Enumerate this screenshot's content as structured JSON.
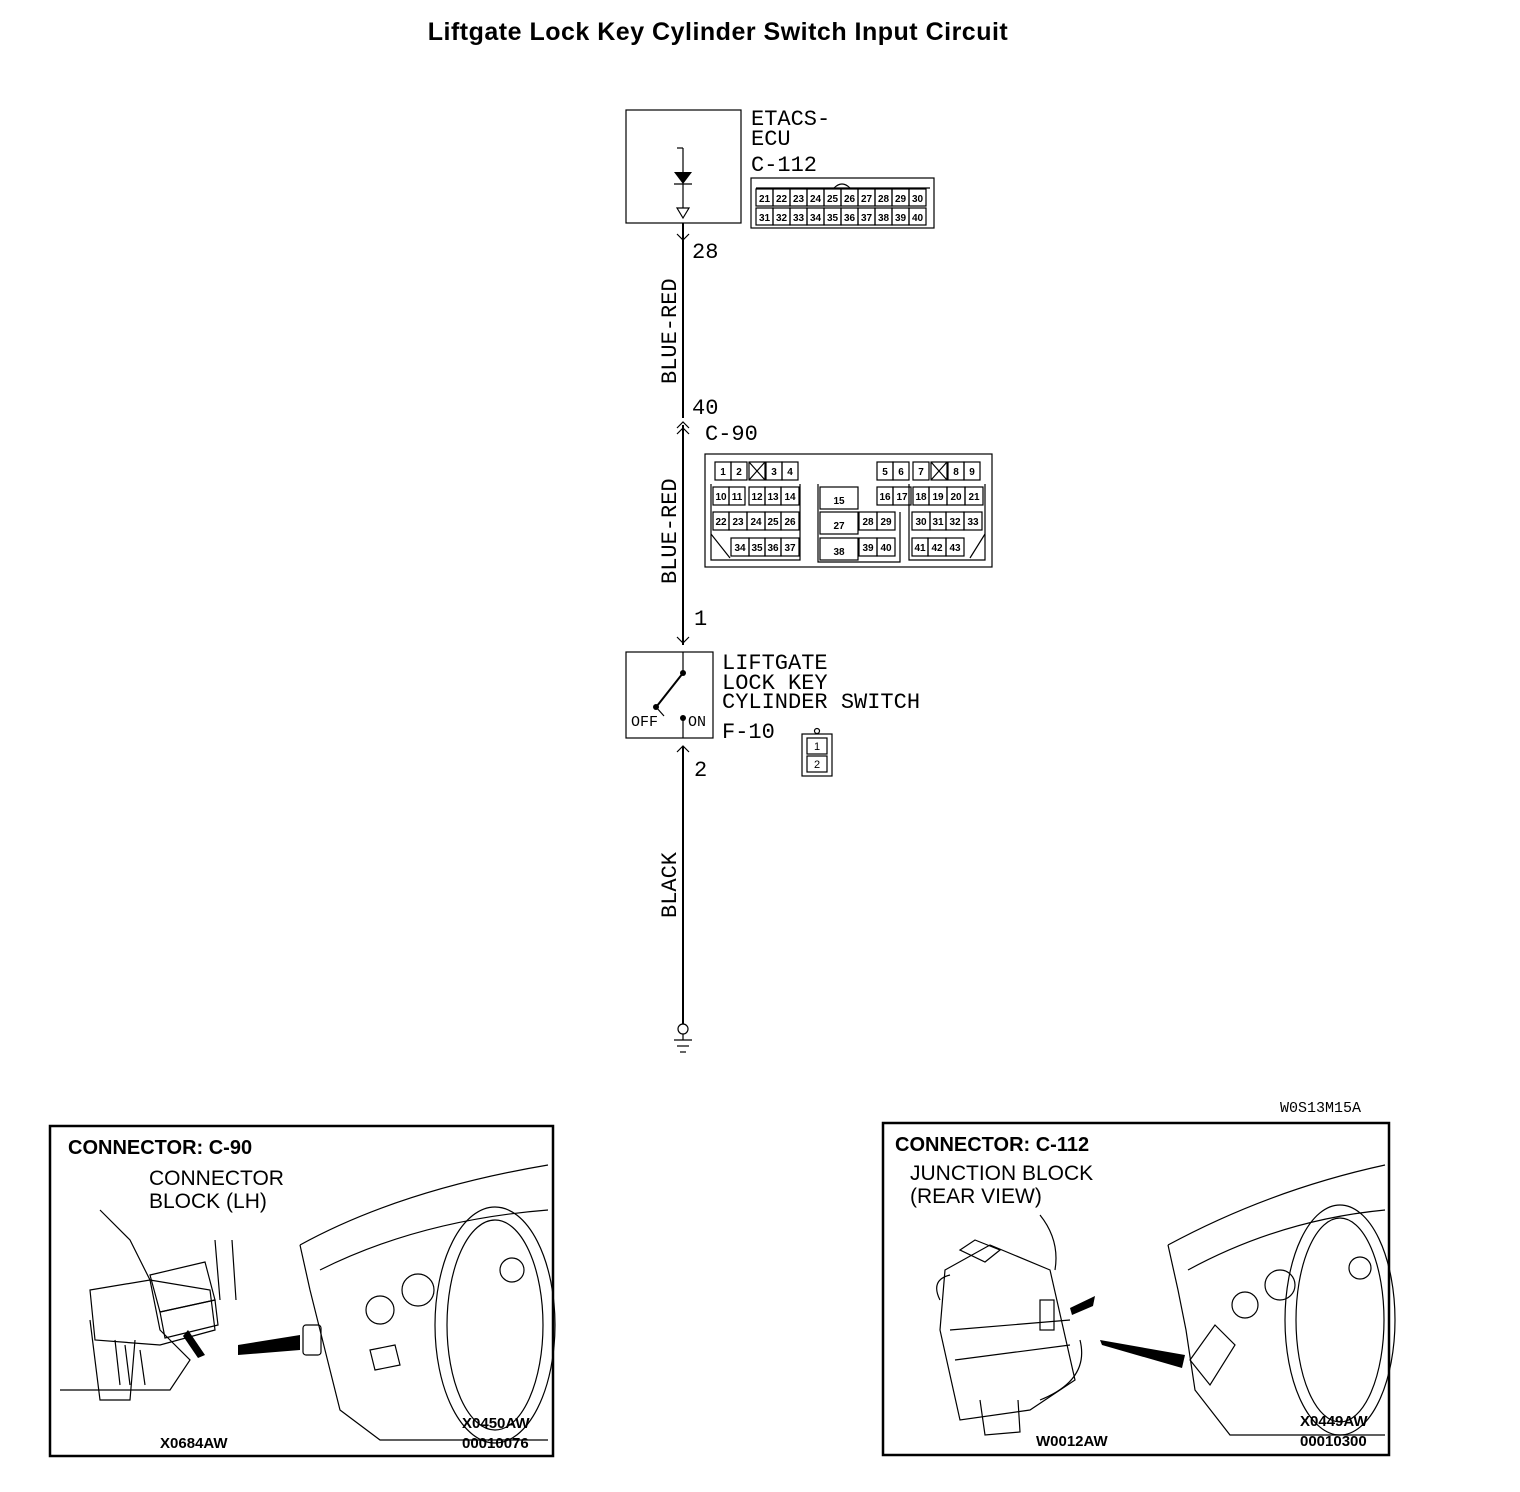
{
  "title": "Liftgate Lock Key Cylinder Switch Input Circuit",
  "etacs": {
    "name_line1": "ETACS-",
    "name_line2": "ECU",
    "connector": "C-112",
    "pins_top": [
      "21",
      "22",
      "23",
      "24",
      "25",
      "26",
      "27",
      "28",
      "29",
      "30"
    ],
    "pins_bottom": [
      "31",
      "32",
      "33",
      "34",
      "35",
      "36",
      "37",
      "38",
      "39",
      "40"
    ]
  },
  "wires": {
    "upper_color": "BLUE-RED",
    "middle_color": "BLUE-RED",
    "lower_color": "BLACK"
  },
  "pins": {
    "etacs_pin": "28",
    "c90_pin": "40",
    "switch_pin1": "1",
    "switch_pin2": "2"
  },
  "c90": {
    "connector": "C-90",
    "cells": [
      "1",
      "2",
      "3",
      "4",
      "5",
      "6",
      "7",
      "8",
      "9",
      "10",
      "11",
      "12",
      "13",
      "14",
      "15",
      "16",
      "17",
      "18",
      "19",
      "20",
      "21",
      "22",
      "23",
      "24",
      "25",
      "26",
      "27",
      "28",
      "29",
      "30",
      "31",
      "32",
      "33",
      "34",
      "35",
      "36",
      "37",
      "38",
      "39",
      "40",
      "41",
      "42",
      "43"
    ]
  },
  "switch": {
    "name_line1": "LIFTGATE",
    "name_line2": "LOCK KEY",
    "name_line3": "CYLINDER SWITCH",
    "connector": "F-10",
    "off_label": "OFF",
    "on_label": "ON",
    "pins": [
      "1",
      "2"
    ]
  },
  "figure_code": "W0S13M15A",
  "panel_c90": {
    "heading": "CONNECTOR: C-90",
    "desc_line1": "CONNECTOR",
    "desc_line2": "BLOCK (LH)",
    "code_left": "X0684AW",
    "code_right1": "X0450AW",
    "code_right2": "00010076"
  },
  "panel_c112": {
    "heading": "CONNECTOR: C-112",
    "desc_line1": "JUNCTION BLOCK",
    "desc_line2": "(REAR VIEW)",
    "code_left": "W0012AW",
    "code_right1": "X0449AW",
    "code_right2": "00010300"
  }
}
